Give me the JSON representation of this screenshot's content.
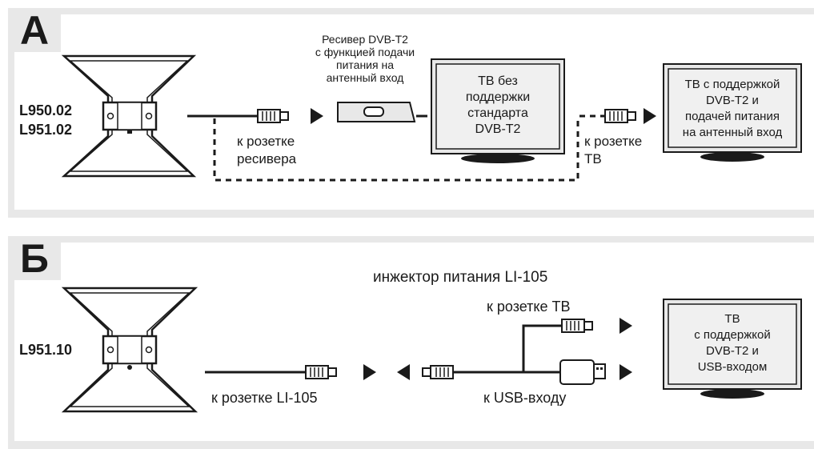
{
  "sections": {
    "a": {
      "badge": "А",
      "models": [
        "L950.02",
        "L951.02"
      ],
      "receiver_caption": [
        "Ресивер DVB-T2",
        "с функцией подачи",
        "питания на",
        "антенный вход"
      ],
      "tv1_text": [
        "ТВ без",
        "поддержки",
        "стандарта",
        "DVB-T2"
      ],
      "tv2_text": [
        "ТВ  с поддержкой",
        "DVB-T2 и",
        "подачей питания",
        "на антенный вход"
      ],
      "label_receiver": [
        "к розетке",
        "ресивера"
      ],
      "label_tv": [
        "к розетке",
        "ТВ"
      ]
    },
    "b": {
      "badge": "Б",
      "model": "L951.10",
      "injector_caption": "инжектор питания LI-105",
      "label_tv_socket": "к розетке ТВ",
      "label_usb": "к USB-входу",
      "label_li105": "к розетке LI-105",
      "tv_text": [
        "ТВ",
        "с поддержкой",
        "DVB-T2 и",
        "USB-входом"
      ]
    }
  },
  "colors": {
    "ink": "#1a1a1a",
    "panel": "#e8e8e8",
    "screen": "#f0f0f0"
  }
}
